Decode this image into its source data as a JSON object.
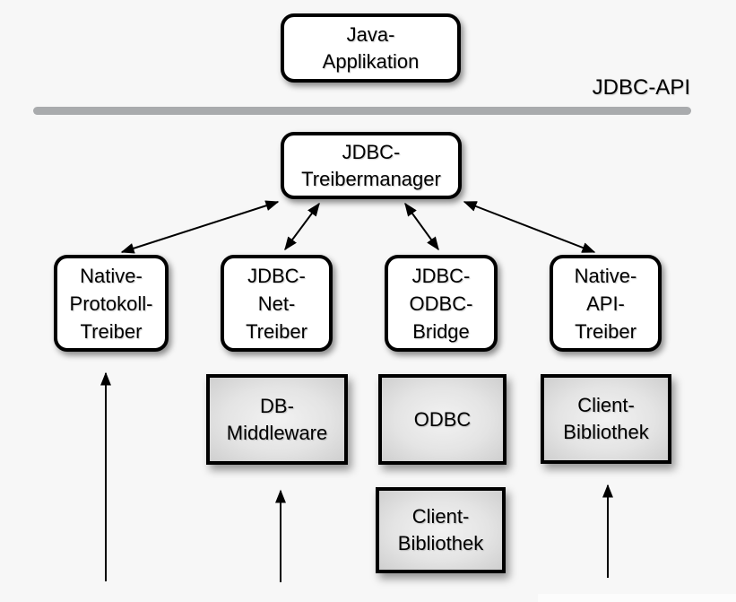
{
  "diagram": {
    "api_label": "JDBC-API",
    "nodes": {
      "java_application": "Java-\nApplikation",
      "jdbc_treibermanager": "JDBC-\nTreibermanager",
      "native_protokoll_treiber": "Native-\nProtokoll-\nTreiber",
      "jdbc_net_treiber": "JDBC-\nNet-\nTreiber",
      "jdbc_odbc_bridge": "JDBC-\nODBC-\nBridge",
      "native_api_treiber": "Native-\nAPI-\nTreiber",
      "db_middleware": "DB-\nMiddleware",
      "odbc": "ODBC",
      "client_bibliothek_odbc": "Client-\nBibliothek",
      "client_bibliothek_native": "Client-\nBibliothek"
    },
    "colors": {
      "background": "#f7f7f7",
      "divider_line": "#a9abad",
      "node_border": "#000000",
      "node_fill_white": "#ffffff",
      "node_fill_gray_center": "#f2f2f2",
      "node_fill_gray_edge": "#cfcfcf",
      "arrow": "#000000"
    }
  }
}
